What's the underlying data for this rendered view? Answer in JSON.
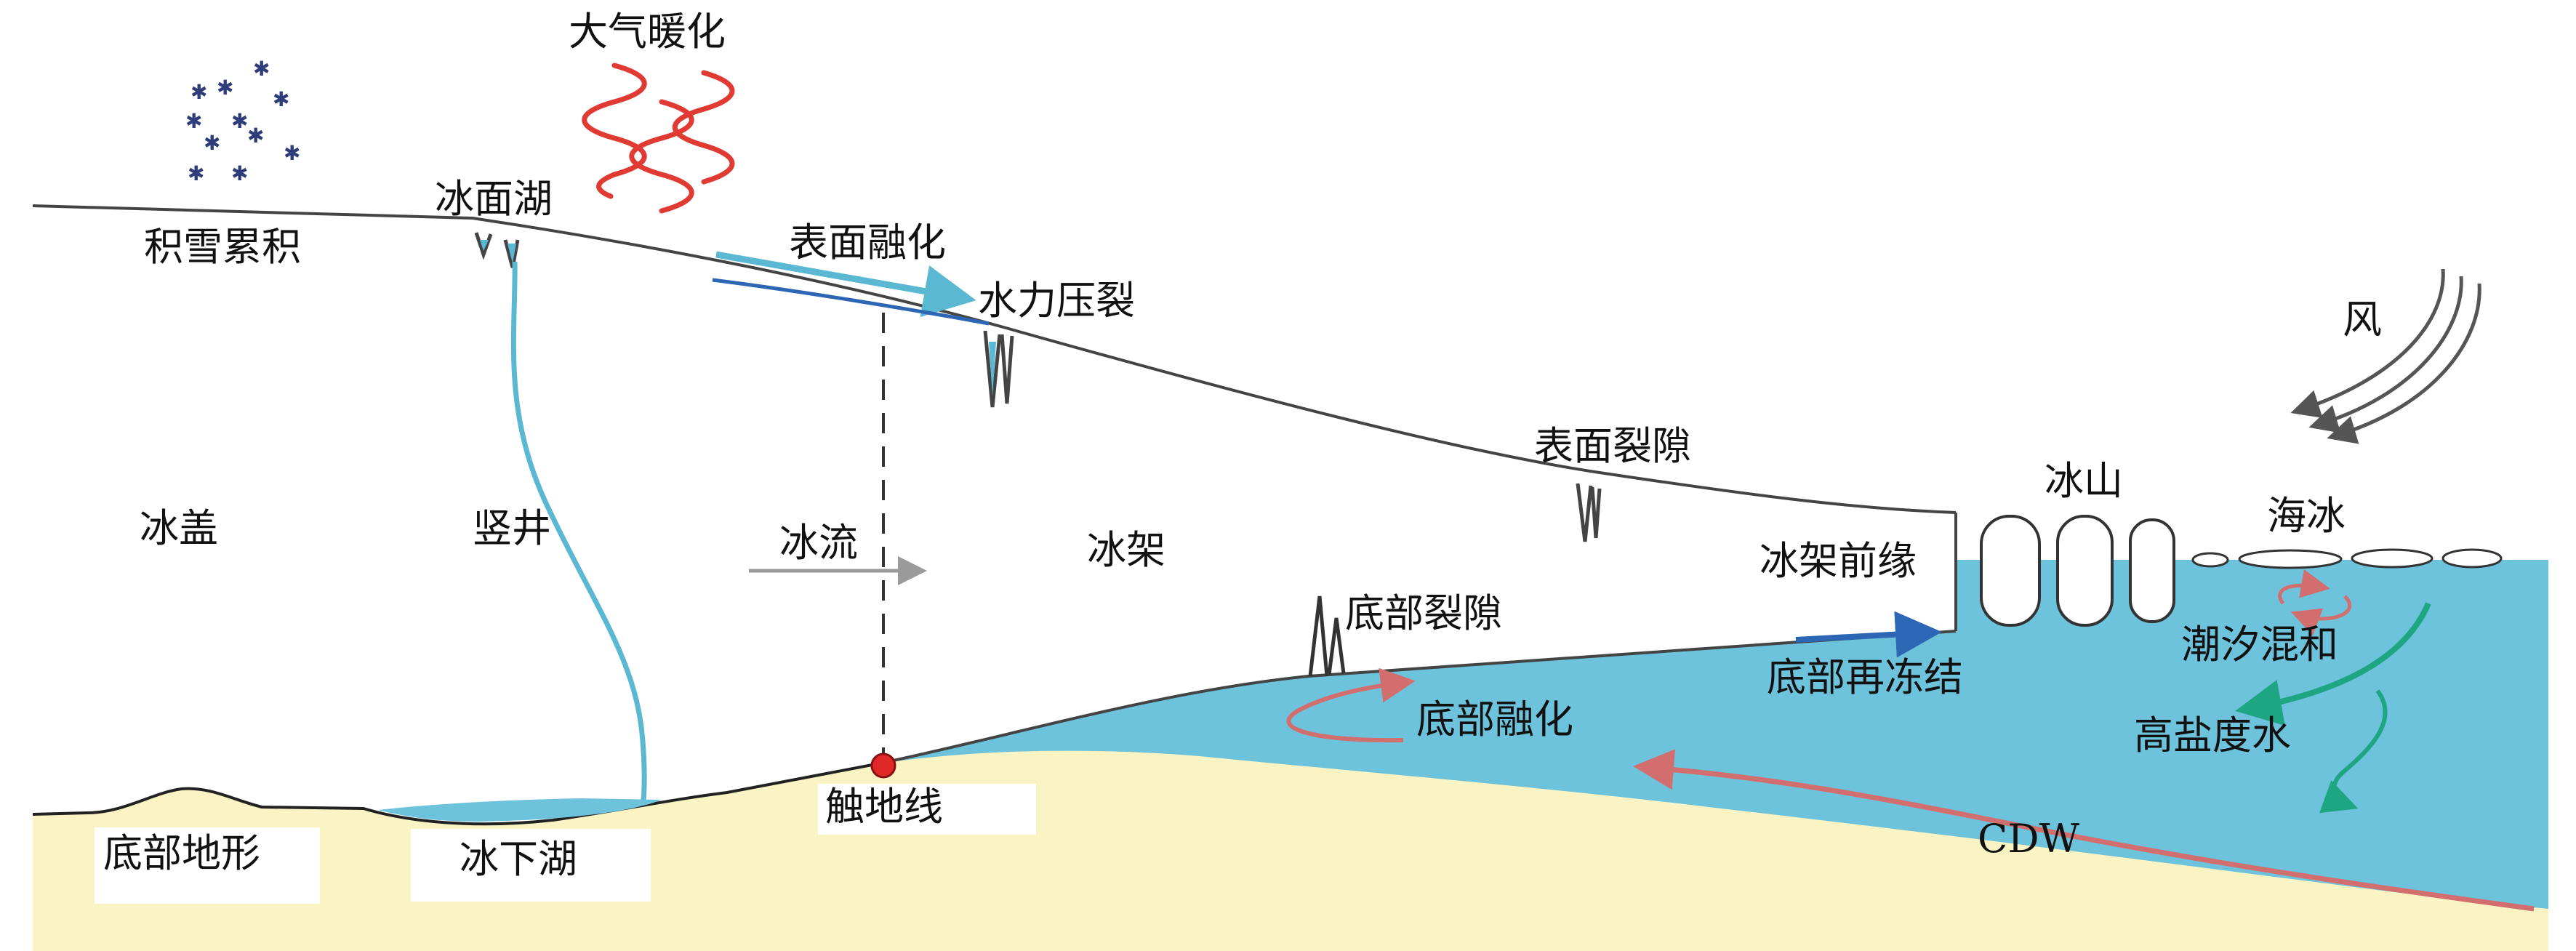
{
  "labels": {
    "atmospheric_warming": "大气暖化",
    "snow_accumulation": "积雪累积",
    "supraglacial_lake": "冰面湖",
    "surface_melt": "表面融化",
    "hydrofracture": "水力压裂",
    "wind": "风",
    "surface_crevasse": "表面裂隙",
    "iceberg": "冰山",
    "sea_ice": "海冰",
    "ice_sheet": "冰盖",
    "moulin": "竖井",
    "ice_flow": "冰流",
    "ice_shelf": "冰架",
    "ice_shelf_front": "冰架前缘",
    "basal_crevasse": "底部裂隙",
    "tidal_mixing": "潮汐混和",
    "basal_refreezing": "底部再冻结",
    "basal_melt": "底部融化",
    "high_salinity_water": "高盐度水",
    "cdw": "CDW",
    "grounding_line": "触地线",
    "bed_topography": "底部地形",
    "subglacial_lake": "冰下湖"
  },
  "colors": {
    "ocean": "#6ec3dc",
    "ground": "#faf4c4",
    "warming_wave": "#e03a32",
    "melt_arrow": "#5ab8d2",
    "refreeze_arrow": "#2d66b4",
    "cdw_arrow": "#d26e6e",
    "saline_arrow": "#1ea582",
    "grounding_point": "#e02828",
    "ice_outline": "#444444",
    "snow_star": "#2e3c7a"
  }
}
